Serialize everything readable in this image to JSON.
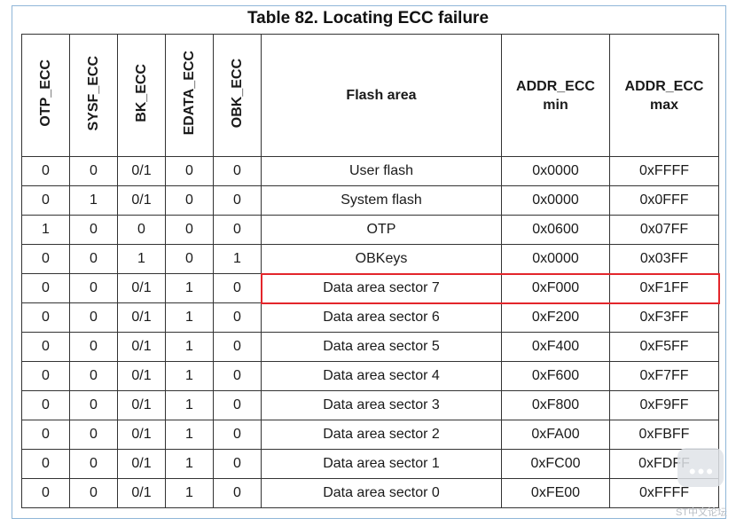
{
  "title": "Table 82. Locating ECC failure",
  "headers": {
    "otp_ecc": "OTP_ECC",
    "sysf_ecc": "SYSF_ECC",
    "bk_ecc": "BK_ECC",
    "edata_ecc": "EDATA_ECC",
    "obk_ecc": "OBK_ECC",
    "flash_area": "Flash area",
    "addr_min_1": "ADDR_ECC",
    "addr_min_2": "min",
    "addr_max_1": "ADDR_ECC",
    "addr_max_2": "max"
  },
  "rows": [
    {
      "otp": "0",
      "sysf": "0",
      "bk": "0/1",
      "edata": "0",
      "obk": "0",
      "area": "User flash",
      "min": "0x0000",
      "max": "0xFFFF"
    },
    {
      "otp": "0",
      "sysf": "1",
      "bk": "0/1",
      "edata": "0",
      "obk": "0",
      "area": "System flash",
      "min": "0x0000",
      "max": "0x0FFF"
    },
    {
      "otp": "1",
      "sysf": "0",
      "bk": "0",
      "edata": "0",
      "obk": "0",
      "area": "OTP",
      "min": "0x0600",
      "max": "0x07FF"
    },
    {
      "otp": "0",
      "sysf": "0",
      "bk": "1",
      "edata": "0",
      "obk": "1",
      "area": "OBKeys",
      "min": "0x0000",
      "max": "0x03FF"
    },
    {
      "otp": "0",
      "sysf": "0",
      "bk": "0/1",
      "edata": "1",
      "obk": "0",
      "area": "Data area sector 7",
      "min": "0xF000",
      "max": "0xF1FF"
    },
    {
      "otp": "0",
      "sysf": "0",
      "bk": "0/1",
      "edata": "1",
      "obk": "0",
      "area": "Data area sector 6",
      "min": "0xF200",
      "max": "0xF3FF"
    },
    {
      "otp": "0",
      "sysf": "0",
      "bk": "0/1",
      "edata": "1",
      "obk": "0",
      "area": "Data area sector 5",
      "min": "0xF400",
      "max": "0xF5FF"
    },
    {
      "otp": "0",
      "sysf": "0",
      "bk": "0/1",
      "edata": "1",
      "obk": "0",
      "area": "Data area sector 4",
      "min": "0xF600",
      "max": "0xF7FF"
    },
    {
      "otp": "0",
      "sysf": "0",
      "bk": "0/1",
      "edata": "1",
      "obk": "0",
      "area": "Data area sector 3",
      "min": "0xF800",
      "max": "0xF9FF"
    },
    {
      "otp": "0",
      "sysf": "0",
      "bk": "0/1",
      "edata": "1",
      "obk": "0",
      "area": "Data area sector 2",
      "min": "0xFA00",
      "max": "0xFBFF"
    },
    {
      "otp": "0",
      "sysf": "0",
      "bk": "0/1",
      "edata": "1",
      "obk": "0",
      "area": "Data area sector 1",
      "min": "0xFC00",
      "max": "0xFDFF"
    },
    {
      "otp": "0",
      "sysf": "0",
      "bk": "0/1",
      "edata": "1",
      "obk": "0",
      "area": "Data area sector 0",
      "min": "0xFE00",
      "max": "0xFFFF"
    }
  ],
  "highlighted_row": 4,
  "highlight_color": "#e3262b",
  "watermark": {
    "text": "ST中文论坛",
    "icon": "chat-bubble-icon"
  }
}
